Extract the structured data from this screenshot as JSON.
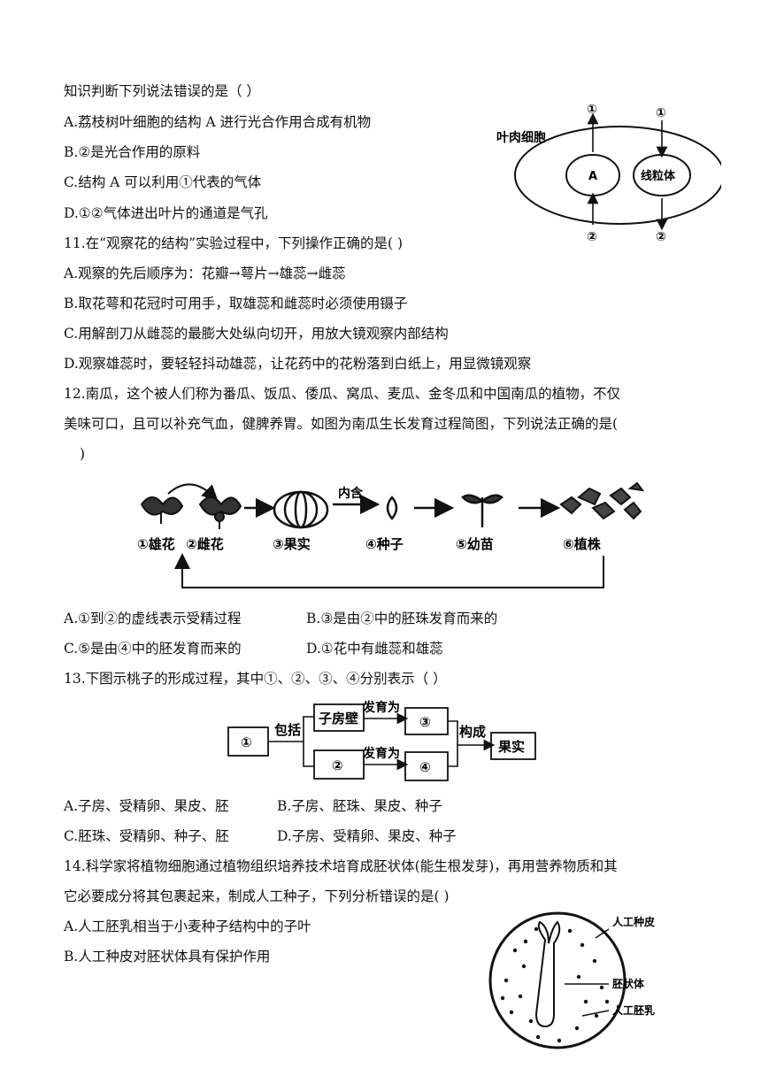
{
  "q10": {
    "stem": "知识判断下列说法错误的是（    ）",
    "options": [
      "A.荔枝树叶细胞的结构 A 进行光合作用合成有机物",
      "B.②是光合作用的原料",
      "C.结构 A 可以利用①代表的气体",
      "D.①②气体进出叶片的通道是气孔"
    ],
    "figure": {
      "cell_label": "叶肉细胞",
      "structure_a": "A",
      "mito": "线粒体",
      "mark1": "①",
      "mark2": "②"
    }
  },
  "q11": {
    "stem": "11.在“观察花的结构”实验过程中，下列操作正确的是(        )",
    "options": [
      "A.观察的先后顺序为：花瓣→萼片→雄蕊→雌蕊",
      "B.取花萼和花冠时可用手，取雄蕊和雌蕊时必须使用镊子",
      "C.用解剖刀从雌蕊的最膨大处纵向切开，用放大镜观察内部结构",
      "D.观察雄蕊时，要轻轻抖动雄蕊，让花药中的花粉落到白纸上，用显微镜观察"
    ]
  },
  "q12": {
    "stem_line1": "12.南瓜，这个被人们称为番瓜、饭瓜、倭瓜、窝瓜、麦瓜、金冬瓜和中国南瓜的植物，不仅",
    "stem_line2": "美味可口，且可以补充气血，健脾养胃。如图为南瓜生长发育过程简图，下列说法正确的是(",
    "stem_line3": ")",
    "figure": {
      "labels": [
        "①雄花",
        "②雌花",
        "③果实",
        "④种子",
        "⑤幼苗",
        "⑥植株"
      ],
      "arrow_note": "内含"
    },
    "options": [
      "A.①到②的虚线表示受精过程",
      "B.③是由②中的胚珠发育而来的",
      "C.⑤是由④中的胚发育而来的",
      "D.①花中有雌蕊和雄蕊"
    ]
  },
  "q13": {
    "stem": "13.下图示桃子的形成过程，其中①、②、③、④分别表示（          ）",
    "figure": {
      "box1": "①",
      "include": "包括",
      "wall": "子房壁",
      "box2": "②",
      "develop1": "发育为",
      "develop2": "发育为",
      "box3": "③",
      "box4": "④",
      "compose": "构成",
      "fruit": "果实"
    },
    "options": [
      "A.子房、受精卵、果皮、胚",
      "B.子房、胚珠、果皮、种子",
      "C.胚珠、受精卵、种子、胚",
      "D.子房、受精卵、果皮、种子"
    ]
  },
  "q14": {
    "stem_line1": "14.科学家将植物细胞通过植物组织培养技术培育成胚状体(能生根发芽)，再用营养物质和其",
    "stem_line2": "它必要成分将其包裹起来，制成人工种子，下列分析错误的是(        )",
    "options": [
      "A.人工胚乳相当于小麦种子结构中的子叶",
      "B.人工种皮对胚状体具有保护作用"
    ],
    "figure": {
      "coat": "人工种皮",
      "embryo": "胚状体",
      "endosperm": "人工胚乳"
    }
  }
}
